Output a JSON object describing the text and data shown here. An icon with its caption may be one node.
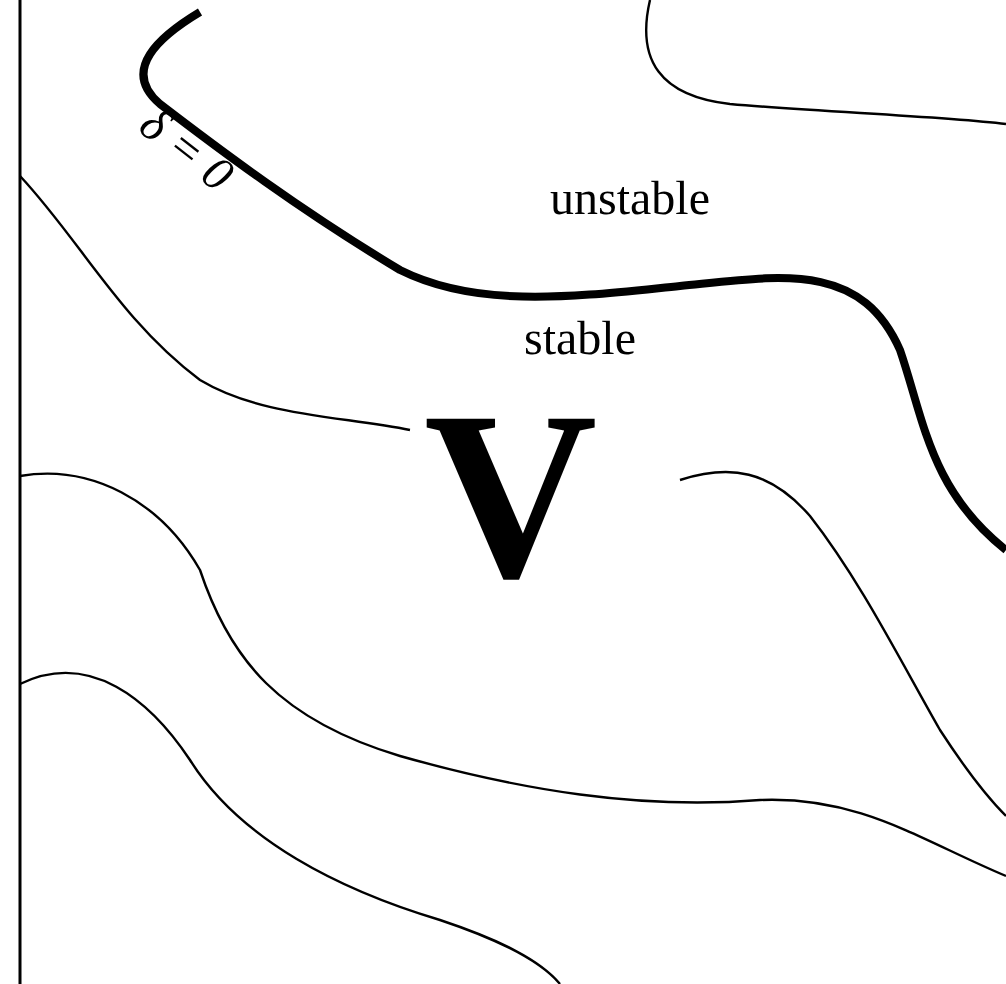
{
  "diagram": {
    "labels": [
      "δ = 0",
      "unstable",
      "stable",
      "V"
    ]
  }
}
